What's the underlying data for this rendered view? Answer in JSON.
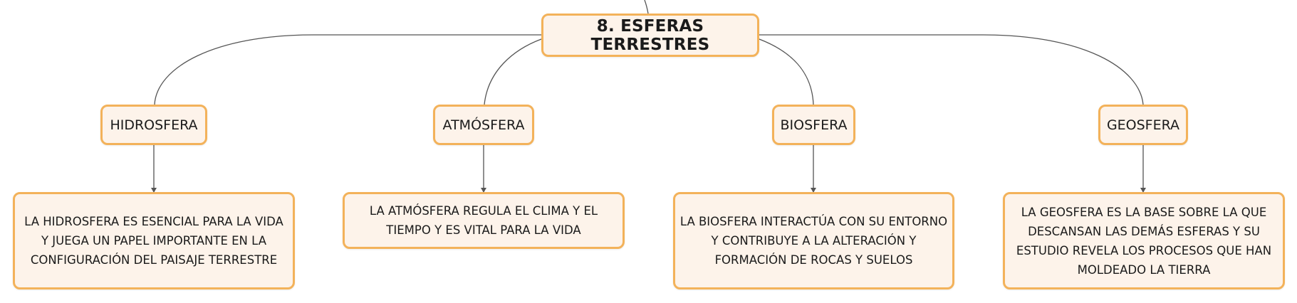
{
  "root": {
    "label": "8. ESFERAS TERRESTRES"
  },
  "branches": [
    {
      "label": "HIDROSFERA",
      "description": "LA HIDROSFERA ES ESENCIAL PARA LA VIDA Y JUEGA UN PAPEL IMPORTANTE EN LA CONFIGURACIÓN DEL PAISAJE TERRESTRE"
    },
    {
      "label": "ATMÓSFERA",
      "description": "LA ATMÓSFERA REGULA EL CLIMA Y EL TIEMPO Y ES VITAL PARA LA VIDA"
    },
    {
      "label": "BIOSFERA",
      "description": "LA BIOSFERA INTERACTÚA CON SU ENTORNO Y CONTRIBUYE A LA ALTERACIÓN Y FORMACIÓN DE ROCAS Y SUELOS"
    },
    {
      "label": "GEOSFERA",
      "description": "LA GEOSFERA ES LA BASE SOBRE LA QUE DESCANSAN LAS DEMÁS ESFERAS Y SU ESTUDIO REVELA LOS PROCESOS QUE HAN MOLDEADO LA TIERRA"
    }
  ],
  "colors": {
    "node_fill": "#fdf3ea",
    "node_border": "#f3b25a",
    "connector": "#555555"
  }
}
